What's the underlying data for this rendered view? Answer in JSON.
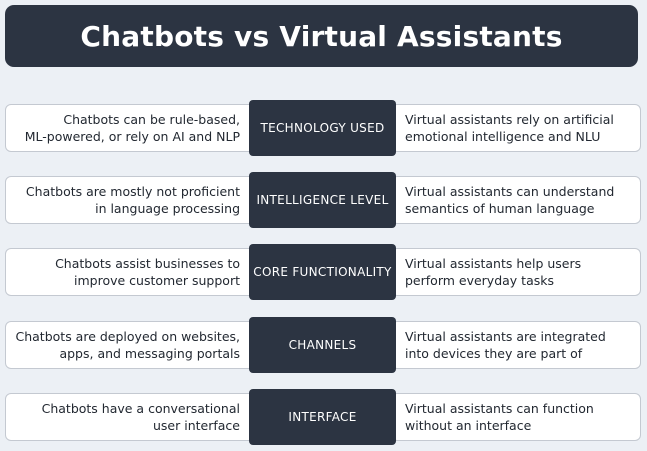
{
  "title": "Chatbots vs Virtual Assistants",
  "colors": {
    "background": "#ecf0f5",
    "dark": "#2c3442",
    "card": "#ffffff",
    "card_border": "#c4c9d1",
    "text": "#222831"
  },
  "rows": [
    {
      "category": "TECHNOLOGY USED",
      "chatbots": "Chatbots can be rule-based,\nML-powered, or rely on AI and NLP",
      "virtual_assistants": "Virtual assistants rely on artificial\nemotional intelligence and NLU"
    },
    {
      "category": "INTELLIGENCE LEVEL",
      "chatbots": "Chatbots are mostly not proficient\nin language processing",
      "virtual_assistants": "Virtual assistants can understand\nsemantics of human language"
    },
    {
      "category": "CORE FUNCTIONALITY",
      "chatbots": "Chatbots assist businesses to\nimprove customer support",
      "virtual_assistants": "Virtual assistants help users\nperform everyday tasks"
    },
    {
      "category": "CHANNELS",
      "chatbots": "Chatbots are deployed on websites,\napps, and messaging portals",
      "virtual_assistants": "Virtual assistants are integrated\ninto devices they are part of"
    },
    {
      "category": "INTERFACE",
      "chatbots": "Chatbots have a conversational\nuser interface",
      "virtual_assistants": "Virtual assistants can function\nwithout an interface"
    }
  ]
}
